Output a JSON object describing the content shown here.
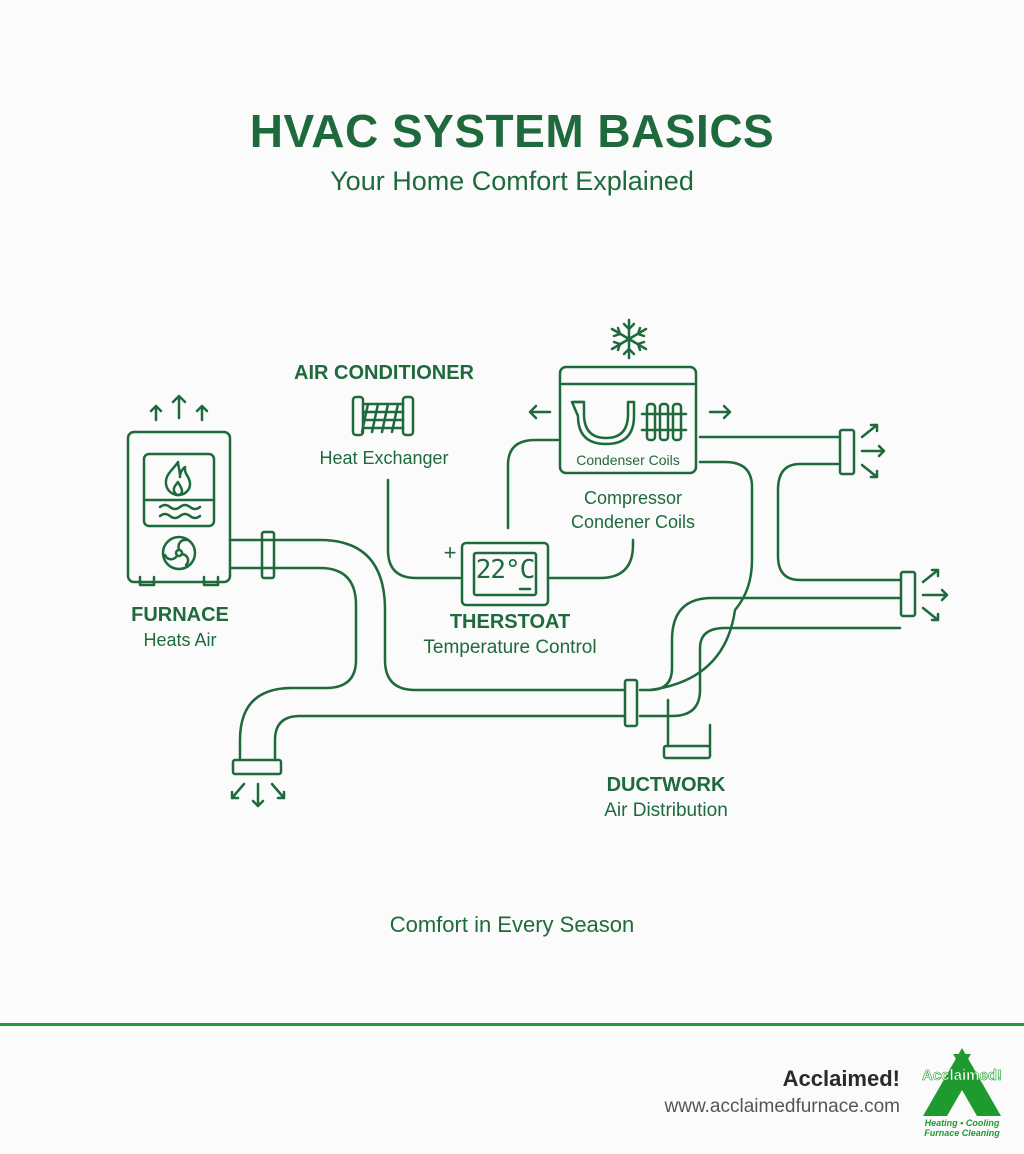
{
  "header": {
    "title": "HVAC SYSTEM BASICS",
    "subtitle": "Your Home Comfort Explained"
  },
  "components": {
    "air_conditioner": {
      "title": "AIR CONDITIONER",
      "subtitle": "Heat Exchanger"
    },
    "condenser": {
      "panel_label": "Condenser Coils",
      "line1": "Compressor",
      "line2": "Condener Coils"
    },
    "furnace": {
      "title": "FURNACE",
      "subtitle": "Heats Air"
    },
    "thermostat": {
      "title": "THERSTOAT",
      "subtitle": "Temperature Control",
      "display": "22°C",
      "plus": "+"
    },
    "ductwork": {
      "title": "DUCTWORK",
      "subtitle": "Air Distribution"
    }
  },
  "tagline": "Comfort in Every Season",
  "footer": {
    "brand": "Acclaimed!",
    "url": "www.acclaimedfurnace.com",
    "logo_text": "Acclaimed!",
    "logo_tagline_1": "Heating • Cooling",
    "logo_tagline_2": "Furnace Cleaning"
  },
  "colors": {
    "primary": "#1f6a3c",
    "accent": "#22993d",
    "background": "#fafbfa"
  },
  "icons": [
    "arrow-up-icon",
    "flame-icon",
    "waves-icon",
    "fan-icon",
    "heat-exchanger-icon",
    "snowflake-icon",
    "coil-icon",
    "arrow-left-icon",
    "arrow-right-icon",
    "vent-arrow-icon",
    "thermostat-display"
  ]
}
